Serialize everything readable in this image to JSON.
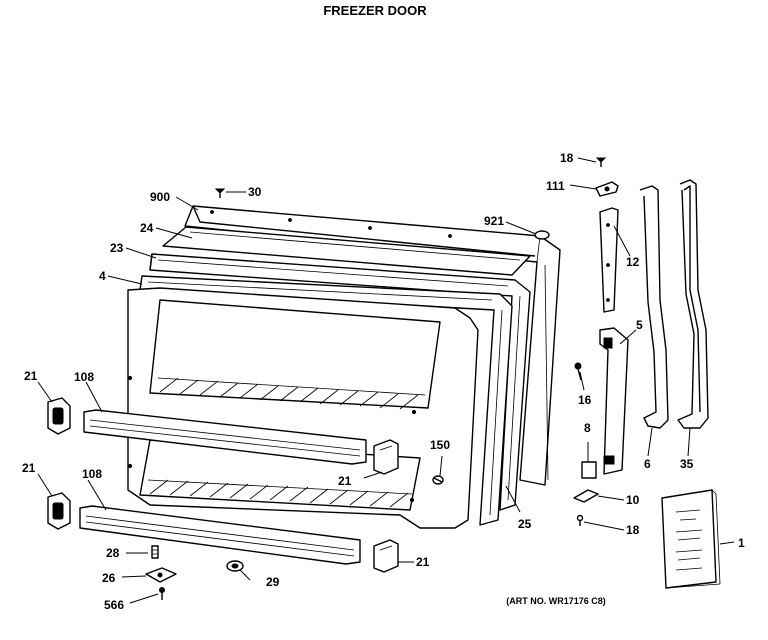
{
  "title": "FREEZER DOOR",
  "art_number": "(ART NO. WR17176 C8)",
  "callouts": [
    {
      "id": "c900",
      "text": "900"
    },
    {
      "id": "c30",
      "text": "30"
    },
    {
      "id": "c24",
      "text": "24"
    },
    {
      "id": "c23",
      "text": "23"
    },
    {
      "id": "c4",
      "text": "4"
    },
    {
      "id": "c21a",
      "text": "21"
    },
    {
      "id": "c108a",
      "text": "108"
    },
    {
      "id": "c21b",
      "text": "21"
    },
    {
      "id": "c108b",
      "text": "108"
    },
    {
      "id": "c28",
      "text": "28"
    },
    {
      "id": "c26",
      "text": "26"
    },
    {
      "id": "c566",
      "text": "566"
    },
    {
      "id": "c29",
      "text": "29"
    },
    {
      "id": "c21c",
      "text": "21"
    },
    {
      "id": "c21d",
      "text": "21"
    },
    {
      "id": "c150",
      "text": "150"
    },
    {
      "id": "c25",
      "text": "25"
    },
    {
      "id": "c921",
      "text": "921"
    },
    {
      "id": "c18a",
      "text": "18"
    },
    {
      "id": "c111",
      "text": "111"
    },
    {
      "id": "c12",
      "text": "12"
    },
    {
      "id": "c5",
      "text": "5"
    },
    {
      "id": "c16",
      "text": "16"
    },
    {
      "id": "c8",
      "text": "8"
    },
    {
      "id": "c10",
      "text": "10"
    },
    {
      "id": "c18b",
      "text": "18"
    },
    {
      "id": "c6",
      "text": "6"
    },
    {
      "id": "c35",
      "text": "35"
    },
    {
      "id": "c1",
      "text": "1"
    }
  ]
}
